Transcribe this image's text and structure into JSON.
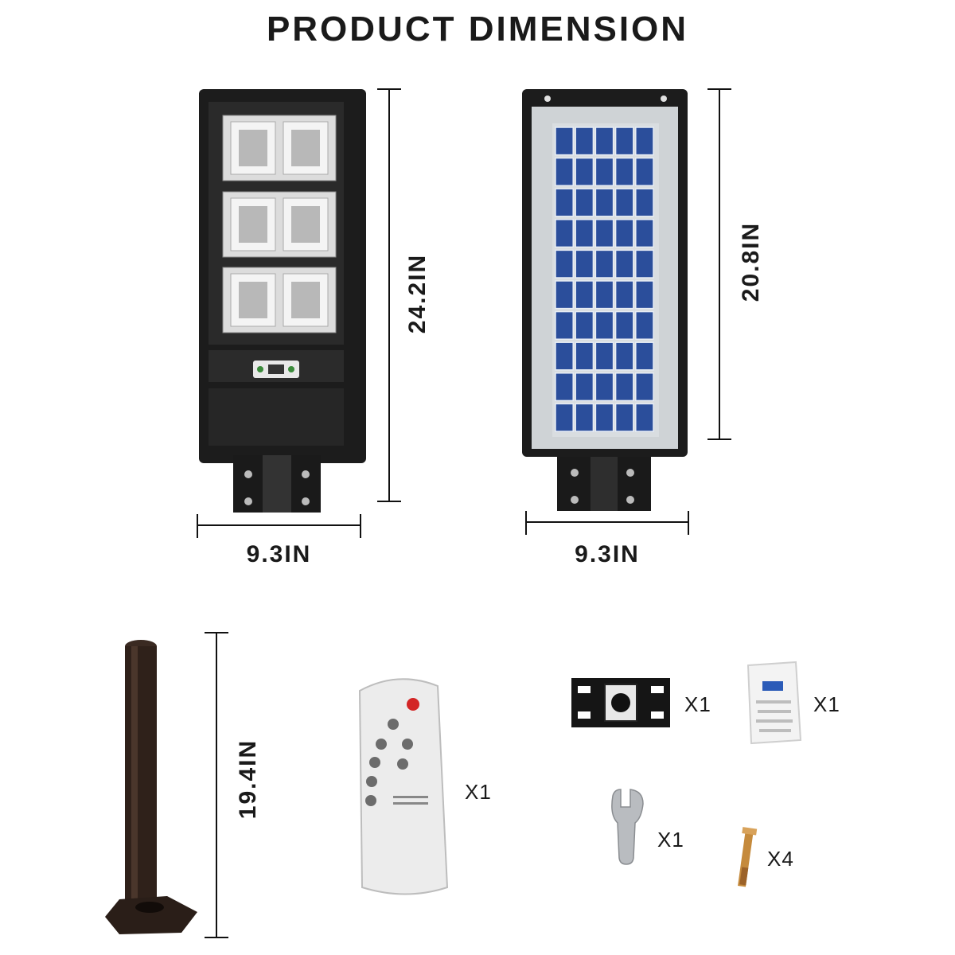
{
  "title": "PRODUCT DIMENSION",
  "front_light": {
    "width_label": "9.3IN",
    "height_label": "24.2IN"
  },
  "back_panel": {
    "width_label": "9.3IN",
    "height_label": "20.8IN"
  },
  "pole": {
    "height_label": "19.4IN"
  },
  "accessories": {
    "remote_qty": "X1",
    "bracket_qty": "X1",
    "screw_bag_qty": "X1",
    "wrench_qty": "X1",
    "anchor_bolt_qty": "X4"
  },
  "icons": [
    "led-street-light-icon",
    "solar-panel-icon",
    "mounting-pole-icon",
    "remote-control-icon",
    "bracket-icon",
    "screw-bag-icon",
    "wrench-icon",
    "expansion-bolt-icon"
  ]
}
